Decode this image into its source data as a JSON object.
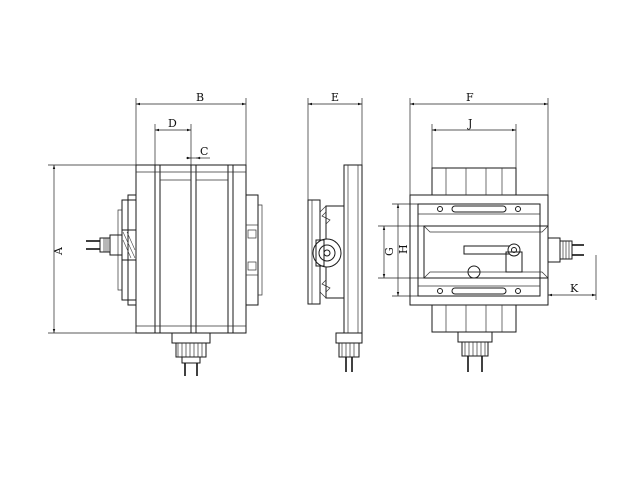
{
  "dimension_labels": {
    "A": "A",
    "B": "B",
    "C": "C",
    "D": "D",
    "E": "E",
    "F": "F",
    "G": "G",
    "H": "H",
    "J": "J",
    "K": "K"
  }
}
